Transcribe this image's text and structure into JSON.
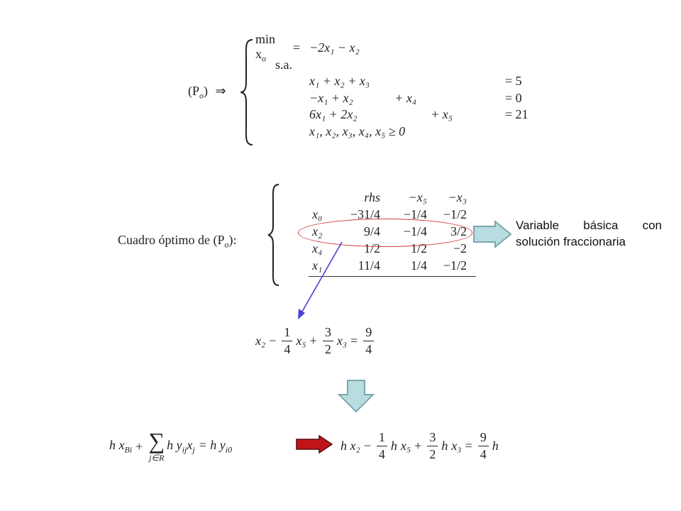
{
  "system": {
    "label": "(P",
    "label_sub": "o",
    "label_close": ")",
    "implies": "⇒",
    "row0": {
      "lhs": "min x",
      "lhs_sub": "o",
      "rel": "=",
      "expr": "−2x₁ − x₂"
    },
    "row1": {
      "lhs": "s.a."
    },
    "row2": {
      "expr": "x₁ + x₂ + x₃",
      "rel": "= 5"
    },
    "row3": {
      "expr": "−x₁ + x₂             + x₄",
      "rel": "= 0"
    },
    "row4": {
      "expr": "6x₁ + 2x₂                       + x₅",
      "rel": "= 21"
    },
    "row5": {
      "expr": "x₁, x₂, x₃, x₄, x₅ ≥ 0"
    }
  },
  "tableau": {
    "label": "Cuadro óptimo de (P",
    "label_sub": "o",
    "label_close": "):",
    "headers": [
      "",
      "rhs",
      "−x₅",
      "−x₃"
    ],
    "rows": [
      [
        "x₀",
        "−31/4",
        "−1/4",
        "−1/2"
      ],
      [
        "x₂",
        "9/4",
        "−1/4",
        "3/2"
      ],
      [
        "x₄",
        "1/2",
        "1/2",
        "−2"
      ],
      [
        "x₁",
        "11/4",
        "1/4",
        "−1/2"
      ]
    ]
  },
  "annotation": {
    "text": "Variable básica con solución fraccionaria"
  },
  "equation1": {
    "t1": "x₂",
    "op1": "−",
    "f1_num": "1",
    "f1_den": "4",
    "t2": "x₅",
    "op2": "+",
    "f2_num": "3",
    "f2_den": "2",
    "t3": "x₃",
    "eq": "=",
    "f3_num": "9",
    "f3_den": "4"
  },
  "equation2": {
    "h1": "h x",
    "h1_sub": "Bi",
    "plus": "+",
    "sum": "∑",
    "sum_sub": "j∈R",
    "term": "h y",
    "term_sub": "ij",
    "term_x": "x",
    "term_x_sub": "j",
    "eq": "= h y",
    "rhs_sub": "i0"
  },
  "equation3": {
    "t1": "h x₂",
    "op1": "−",
    "f1_num": "1",
    "f1_den": "4",
    "h2": "h",
    "t2": "x₅",
    "op2": "+",
    "f2_num": "3",
    "f2_den": "2",
    "h3": "h",
    "t3": "x₃",
    "eq": "=",
    "f3_num": "9",
    "f3_den": "4",
    "h4": "h"
  },
  "colors": {
    "ellipse": "#d23b3b",
    "pointer_arrow": "#4a3fd6",
    "block_arrow_fill": "#b7dde0",
    "block_arrow_stroke": "#7aa8ad",
    "implies_arrow_fill": "#c0141b",
    "implies_arrow_stroke": "#5a0a0e"
  }
}
